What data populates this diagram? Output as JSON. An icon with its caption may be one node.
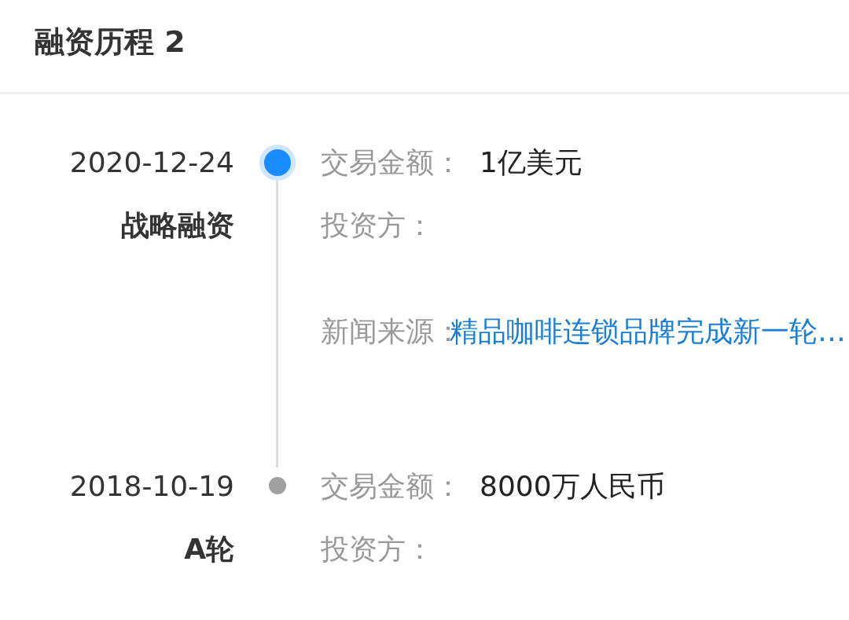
{
  "diagram": {
    "title": "融资历程 2",
    "labels": [
      "2020-12-24",
      "交易金额：",
      "1亿美元",
      "战略融资",
      "投资方：",
      "新闻来源：",
      "精品咖啡连锁品牌完成新一轮…",
      "2018-10-19",
      "交易金额：",
      "8000万人民币",
      "A轮",
      "投资方："
    ]
  }
}
